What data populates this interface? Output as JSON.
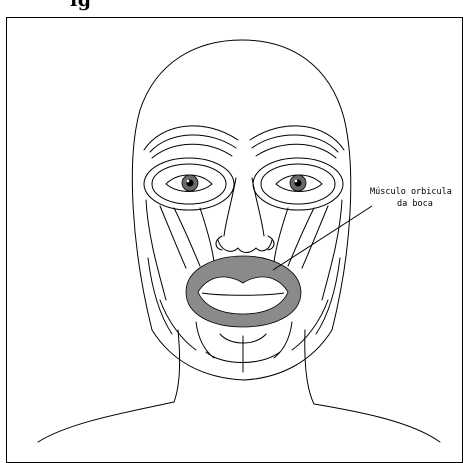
{
  "header": {
    "partial_title": "ig"
  },
  "annotation": {
    "line1": "Músculo orbicula",
    "line2": "da boca"
  },
  "colors": {
    "highlight": "#8a8a8a",
    "line": "#000000",
    "background": "#ffffff"
  }
}
